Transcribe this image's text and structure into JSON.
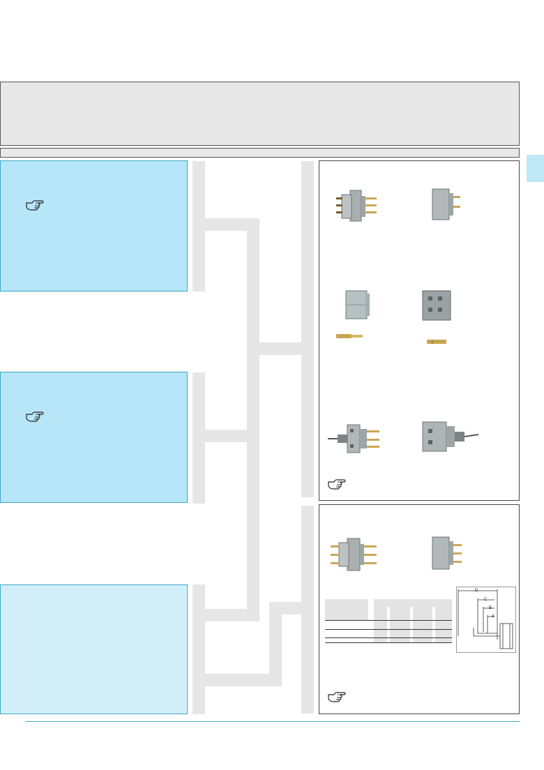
{
  "colors": {
    "accent_cyan": "#3aa8c8",
    "box_blue_dark": "#b6e6f8",
    "box_blue_light": "#d2eff9",
    "flow_gray": "#e6e6e6",
    "header_gray": "#e8e8e8",
    "tab_cyan": "#bfe8f6"
  },
  "icons": {
    "pointing_hand": "pointing-hand-icon"
  },
  "dimension_drawing": {
    "labels": [
      "D",
      "C",
      "B",
      "A"
    ]
  }
}
